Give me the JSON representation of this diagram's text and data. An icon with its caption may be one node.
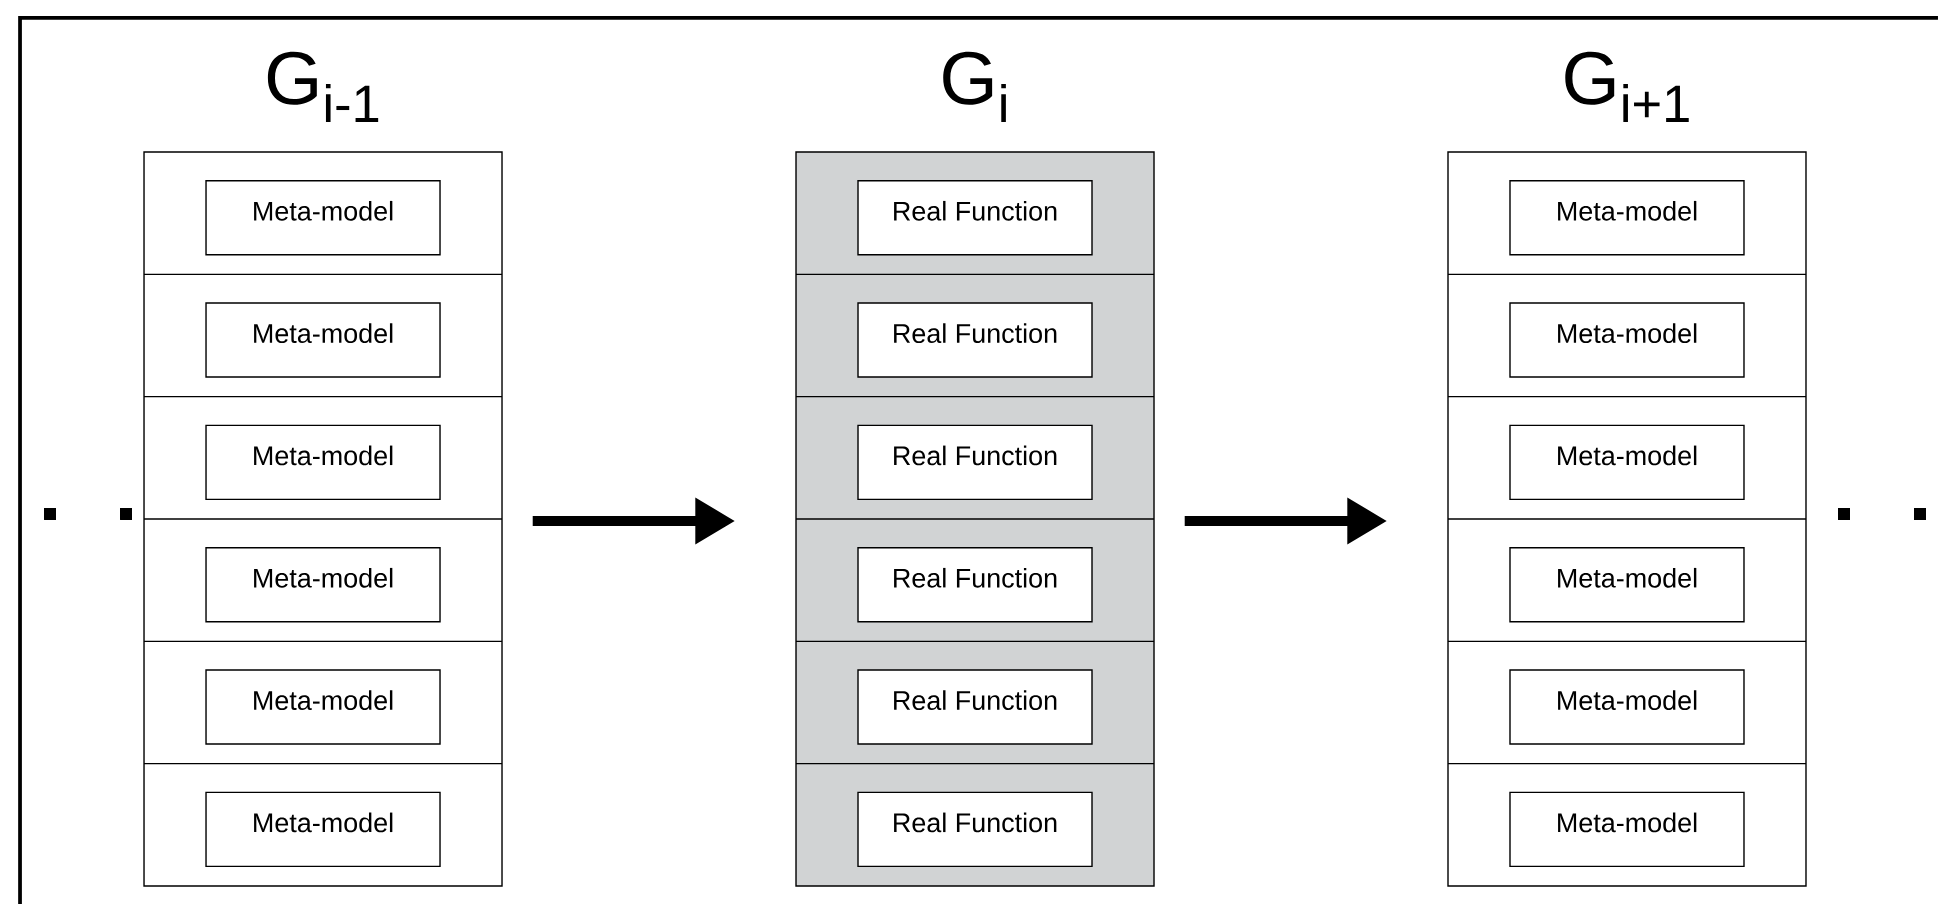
{
  "diagram": {
    "nodes": [
      {
        "text": [
          "G$_{i-1}$"
        ]
      },
      {
        "text": [
          "Meta-model"
        ],
        "in": 0
      },
      {
        "text": [
          "Meta-model"
        ],
        "in": 0
      },
      {
        "text": [
          "Meta-model"
        ],
        "in": 0
      },
      {
        "text": [
          "Meta-model"
        ],
        "in": 0
      },
      {
        "text": [
          "Meta-model"
        ],
        "in": 0
      },
      {
        "text": [
          "Meta-model"
        ],
        "in": 0
      },
      {
        "text": [
          "G$_{i}$"
        ]
      },
      {
        "text": [
          "Real Function"
        ],
        "in": 7
      },
      {
        "text": [
          "Real Function"
        ],
        "in": 7
      },
      {
        "text": [
          "Real Function"
        ],
        "in": 7
      },
      {
        "text": [
          "Real Function"
        ],
        "in": 7
      },
      {
        "text": [
          "Real Function"
        ],
        "in": 7
      },
      {
        "text": [
          "Real Function"
        ],
        "in": 7
      },
      {
        "text": [
          "G$_{i+1}$"
        ]
      },
      {
        "text": [
          "Meta-model"
        ],
        "in": 14
      },
      {
        "text": [
          "Meta-model"
        ],
        "in": 14
      },
      {
        "text": [
          "Meta-model"
        ],
        "in": 14
      },
      {
        "text": [
          "Meta-model"
        ],
        "in": 14
      },
      {
        "text": [
          "Meta-model"
        ],
        "in": 14
      },
      {
        "text": [
          "Meta-model"
        ],
        "in": 14
      }
    ],
    "edges": [
      {
        "from": 0,
        "to": 7,
        "arrow": "to"
      },
      {
        "from": 7,
        "to": 14,
        "arrow": "to"
      }
    ]
  }
}
